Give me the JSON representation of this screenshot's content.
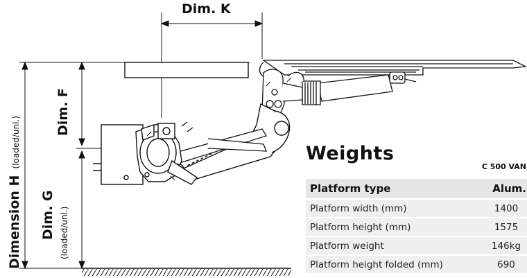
{
  "dimensions": {
    "dim_k": "Dim. K",
    "dim_f": "Dim. F",
    "dim_g": "Dim. G",
    "dimension_h": "Dimension H",
    "loaded_unloaded": "(loaded/unl.)"
  },
  "weights": {
    "title": "Weights",
    "model": "C 500 VAN",
    "header": {
      "label": "Platform type",
      "value": "Alum."
    },
    "rows": [
      {
        "label": "Platform width (mm)",
        "value": "1400"
      },
      {
        "label": "Platform height (mm)",
        "value": "1575"
      },
      {
        "label": "Platform weight",
        "value": "146kg"
      },
      {
        "label": "Platform height folded (mm)",
        "value": "690"
      }
    ]
  }
}
